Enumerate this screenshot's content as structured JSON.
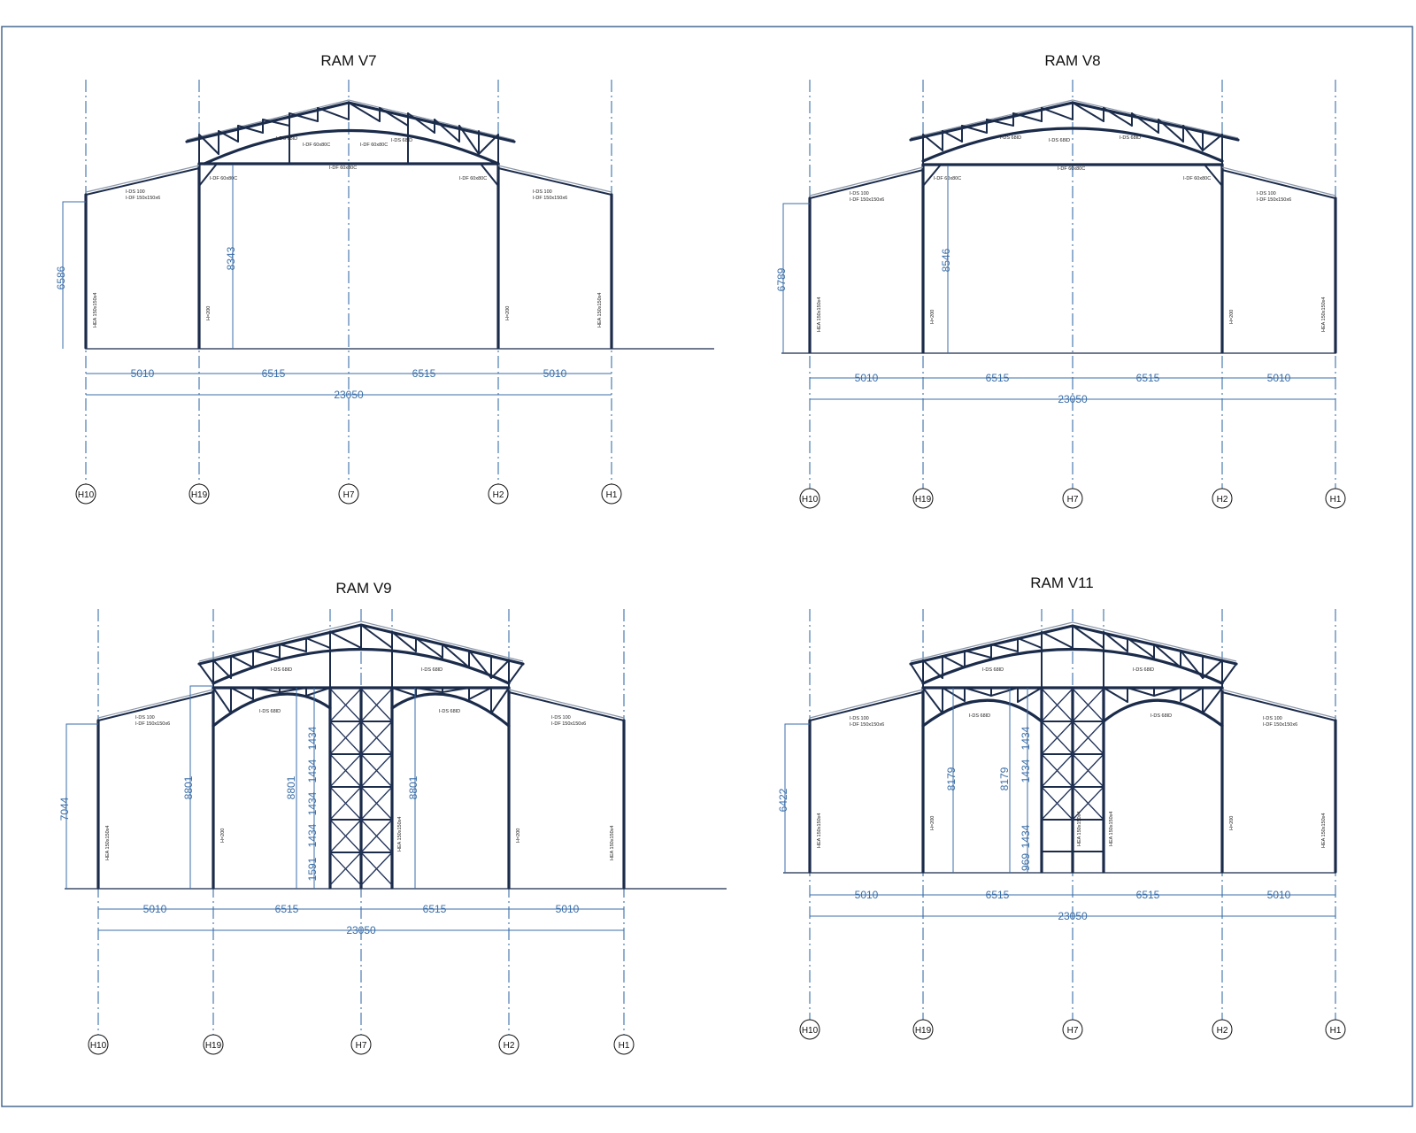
{
  "sheet": {
    "accent": "#3a6ea8",
    "steel_color": "#1b2b4a",
    "views": [
      {
        "id": "v7",
        "title": "RAM V7",
        "grids": [
          "H10",
          "H19",
          "H7",
          "H2",
          "H1"
        ],
        "spans": [
          "5010",
          "6515",
          "6515",
          "5010"
        ],
        "total": "23050",
        "heights": [
          "6586",
          "8343"
        ],
        "members": {
          "truss": [
            "I-DS 68ID",
            "I-DF 60x80C",
            "I-DF 60x80C",
            "I-DS 68ID"
          ],
          "tie": "I-DF 60x80C",
          "haunch": [
            "I-DF 60x80C",
            "I-DF 60x80C"
          ],
          "lean": [
            "I-DS 100",
            "I-DF 150x150x6",
            "I-DS 100",
            "I-DF 150x150x6"
          ],
          "column_outer": "HEA 150x150x4",
          "column_inner": "H=200"
        }
      },
      {
        "id": "v8",
        "title": "RAM  V8",
        "grids": [
          "H10",
          "H19",
          "H7",
          "H2",
          "H1"
        ],
        "spans": [
          "5010",
          "6515",
          "6515",
          "5010"
        ],
        "total": "23050",
        "heights": [
          "6789",
          "8546"
        ],
        "members": {
          "truss": [
            "I-DS 68ID",
            "I-DS 68ID",
            "I-DS 68ID"
          ],
          "tie": "I-DF 60x80C",
          "haunch": [
            "I-DF 60x80C",
            "I-DF 60x80C"
          ],
          "lean": [
            "I-DS 100",
            "I-DF 150x150x6",
            "I-DS 100",
            "I-DF 150x150x6"
          ],
          "column_outer": "HEA 150x150x4",
          "column_inner": "H=200"
        }
      },
      {
        "id": "v9",
        "title": "RAM V9",
        "grids": [
          "H10",
          "H19",
          "H7",
          "H2",
          "H1"
        ],
        "spans": [
          "5010",
          "6515",
          "6515",
          "5010"
        ],
        "total": "23050",
        "heights": [
          "7044",
          "8801",
          "8801",
          "8801"
        ],
        "tower_dims": [
          "1591",
          "1434",
          "1434",
          "1434",
          "1434"
        ],
        "members": {
          "truss": [
            "I-DS 68ID",
            "I-DS 68ID"
          ],
          "lower": [
            "I-DS 68ID",
            "I-DS 68ID"
          ],
          "lean": [
            "I-DS 100",
            "I-DF 150x150x6",
            "I-DS 100",
            "I-DF 150x150x6"
          ],
          "column_outer": "HEA 150x150x4",
          "column_inner": "H=200",
          "tower": "HEA 150x150x4"
        }
      },
      {
        "id": "v11",
        "title": "RAM  V11",
        "grids": [
          "H10",
          "H19",
          "H7",
          "H2",
          "H1"
        ],
        "spans": [
          "5010",
          "6515",
          "6515",
          "5010"
        ],
        "total": "23050",
        "heights": [
          "6422",
          "8179",
          "8179"
        ],
        "tower_dims": [
          "969",
          "1434",
          "1434",
          "1434"
        ],
        "members": {
          "truss": [
            "I-DS 68ID",
            "I-DS 68ID"
          ],
          "lower": [
            "I-DS 68ID",
            "I-DS 68ID"
          ],
          "lean": [
            "I-DS 100",
            "I-DF 150x150x6",
            "I-DS 100",
            "I-DF 150x150x6"
          ],
          "column_outer": "HEA 150x150x4",
          "column_inner": "H=200",
          "tower": "HEA 150x150x4"
        }
      }
    ]
  }
}
